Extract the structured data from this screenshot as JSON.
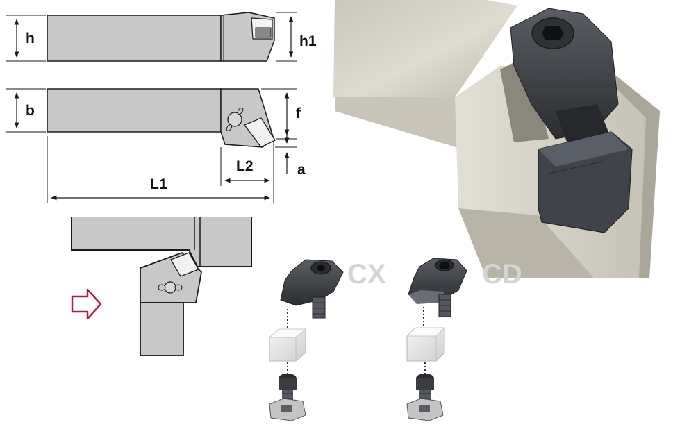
{
  "dimensions": {
    "h": "h",
    "h1": "h1",
    "b": "b",
    "f": "f",
    "a": "a",
    "L1": "L1",
    "L2": "L2"
  },
  "variants": {
    "cx": "CX",
    "cd": "CD"
  },
  "colors": {
    "shank_fill": "#c8c8c8",
    "outline": "#1a1a1a",
    "insert_fill": "#e8e8e8",
    "arrow_red": "#b0203a",
    "photo_holder": "#d6d3c8",
    "photo_dark": "#3a3c40",
    "bg": "#ffffff"
  },
  "icons": {
    "direction_arrow": "arrow-right-outline-icon",
    "clamp_screw": "clamp-screw-icon"
  }
}
